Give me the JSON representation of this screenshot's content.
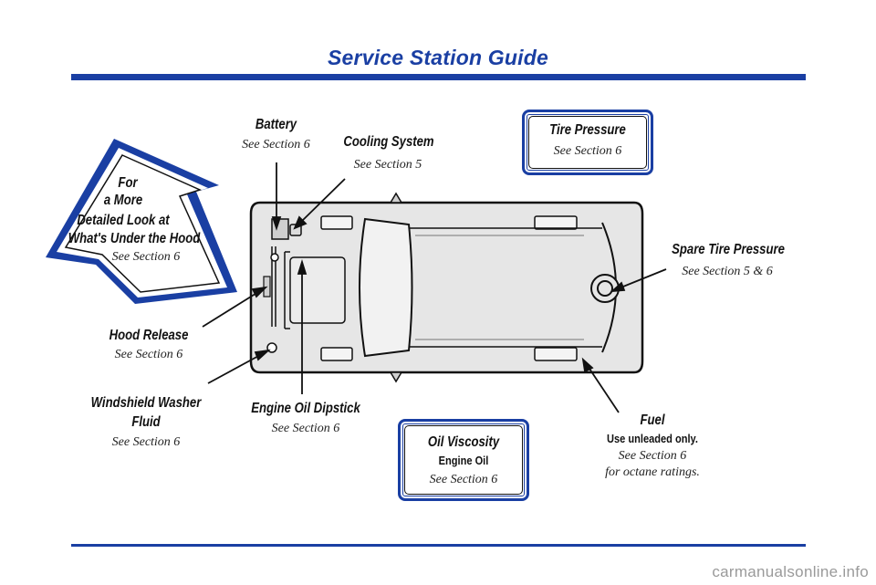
{
  "page": {
    "title": "Service Station Guide",
    "footer": "carmanualsonline.info"
  },
  "callout_arrow": {
    "line1": "For",
    "line2": "a More",
    "line3": "Detailed Look at",
    "line4": "What's Under the Hood",
    "ref": "See Section 6"
  },
  "labels": {
    "battery": {
      "title": "Battery",
      "ref": "See Section 6"
    },
    "cooling": {
      "title": "Cooling System",
      "ref": "See Section 5"
    },
    "tire_pressure": {
      "title": "Tire Pressure",
      "ref": "See Section 6"
    },
    "spare_tire": {
      "title": "Spare Tire Pressure",
      "ref": "See Section 5 & 6"
    },
    "hood_release": {
      "title": "Hood Release",
      "ref": "See Section 6"
    },
    "washer": {
      "title_line1": "Windshield Washer",
      "title_line2": "Fluid",
      "ref": "See Section 6"
    },
    "dipstick": {
      "title": "Engine Oil Dipstick",
      "ref": "See Section 6"
    },
    "oil_viscosity": {
      "title": "Oil Viscosity",
      "subtitle": "Engine Oil",
      "ref": "See Section 6"
    },
    "fuel": {
      "title": "Fuel",
      "note": "Use unleaded only.",
      "ref": "See Section 6",
      "ref2": "for octane ratings."
    }
  },
  "colors": {
    "accent": "#1a3fa3",
    "car_fill": "#e6e6e6",
    "ink": "#111111"
  }
}
